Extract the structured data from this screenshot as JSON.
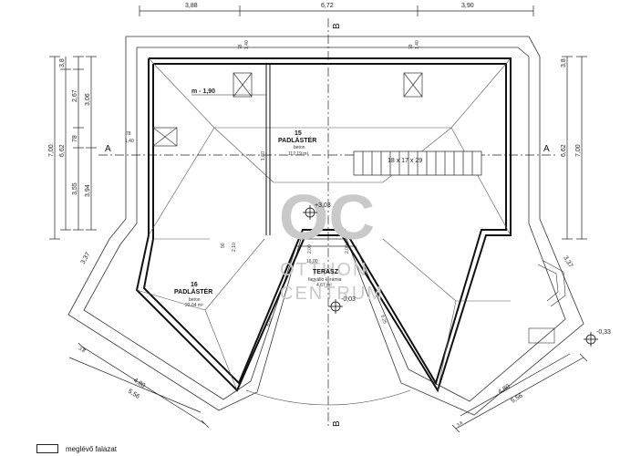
{
  "dimensions": {
    "top": [
      "3,88",
      "6,72",
      "3,90"
    ],
    "left": [
      "7,00",
      "6,62",
      "3,06",
      "2,67",
      "3,8",
      "78",
      "3,94",
      "3,55",
      "3,37"
    ],
    "right": [
      "7,00",
      "6,62",
      "3,8",
      "3,37"
    ],
    "bottom_left": [
      "4,80",
      "5,56",
      "3,8"
    ],
    "bottom_right": [
      "4,80",
      "5,56",
      "3,8"
    ],
    "misc": [
      "78",
      "1,40",
      "78",
      "1,40",
      "78",
      "1,40",
      "2,10",
      "90",
      "2,00",
      "2,00",
      "6,25",
      "6,25",
      "1,60"
    ]
  },
  "section_labels": {
    "a_left": "A",
    "a_right": "A",
    "b_top": "B",
    "b_bottom": "B"
  },
  "rooms": {
    "attic_top": {
      "number": "15",
      "name": "PADLÁSTÉR",
      "material": "beton",
      "area": "112,19 m²"
    },
    "attic_left": {
      "number": "16",
      "name": "PADLÁSTÉR",
      "material": "beton",
      "area": "22,04 m²"
    },
    "terrace": {
      "number": "16,00",
      "name": "TERASZ",
      "material": "fagyálló kerámia",
      "area": "4,67 m²"
    }
  },
  "annotations": {
    "ridge_height": "m - 1,90",
    "stair": "18 x 17 x 29",
    "level_top": "+3,03",
    "level_terrace": "-0,03",
    "level_right": "-0,33"
  },
  "watermark": {
    "monogram": "OC",
    "line1": "OTTHON",
    "line2": "CENTRUM"
  },
  "legend": {
    "label": "meglévő falazat"
  }
}
